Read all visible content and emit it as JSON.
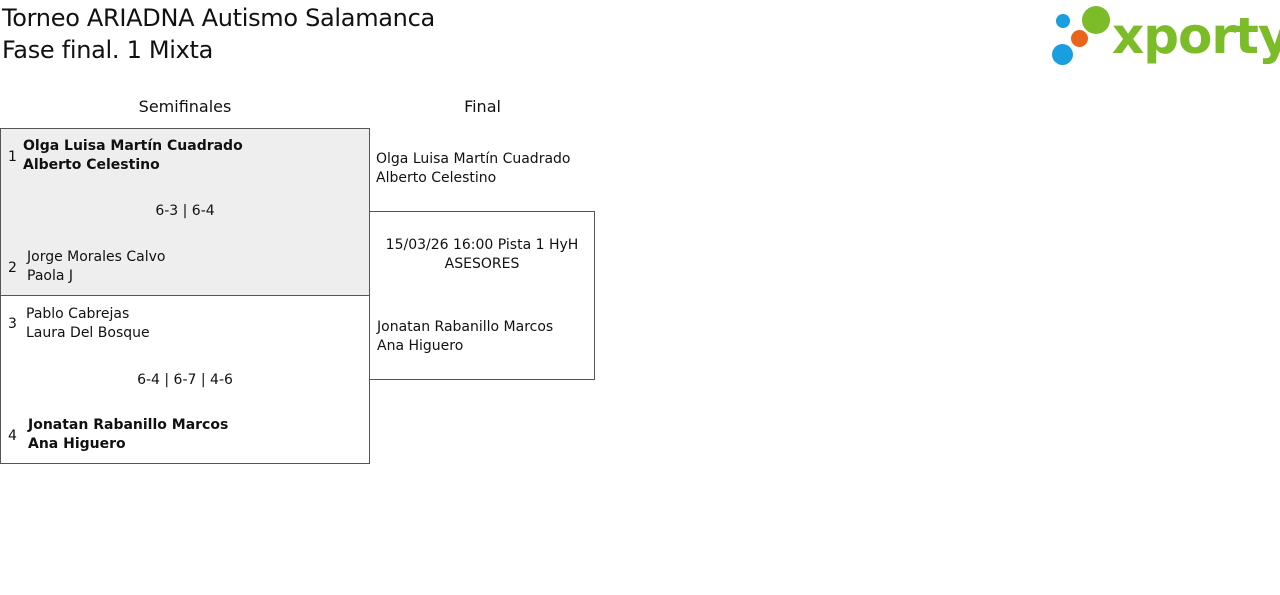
{
  "header": {
    "title_line1": "Torneo ARIADNA Autismo Salamanca",
    "title_line2": "Fase final. 1 Mixta"
  },
  "logo": {
    "text": "xporty",
    "colors": {
      "green": "#7cbc29",
      "blue": "#1a9ee0",
      "orange": "#e8651a"
    }
  },
  "bracket": {
    "semifinals_label": "Semifinales",
    "final_label": "Final",
    "semifinals": [
      {
        "highlighted": true,
        "top": {
          "seed": "1",
          "player1": "Olga Luisa Martín Cuadrado",
          "player2": "Alberto Celestino",
          "winner": true
        },
        "score": "6-3 | 6-4",
        "bottom": {
          "seed": "2",
          "player1": "Jorge Morales Calvo",
          "player2": "Paola J",
          "winner": false
        }
      },
      {
        "highlighted": false,
        "top": {
          "seed": "3",
          "player1": "Pablo Cabrejas",
          "player2": "Laura Del Bosque",
          "winner": false
        },
        "score": "6-4 | 6-7 | 4-6",
        "bottom": {
          "seed": "4",
          "player1": "Jonatan Rabanillo Marcos",
          "player2": "Ana Higuero",
          "winner": true
        }
      }
    ],
    "final": {
      "top": {
        "player1": "Olga Luisa Martín Cuadrado",
        "player2": "Alberto Celestino"
      },
      "schedule_line1": "15/03/26 16:00 Pista 1 HyH",
      "schedule_line2": "ASESORES",
      "bottom": {
        "player1": "Jonatan Rabanillo Marcos",
        "player2": "Ana Higuero"
      }
    }
  }
}
